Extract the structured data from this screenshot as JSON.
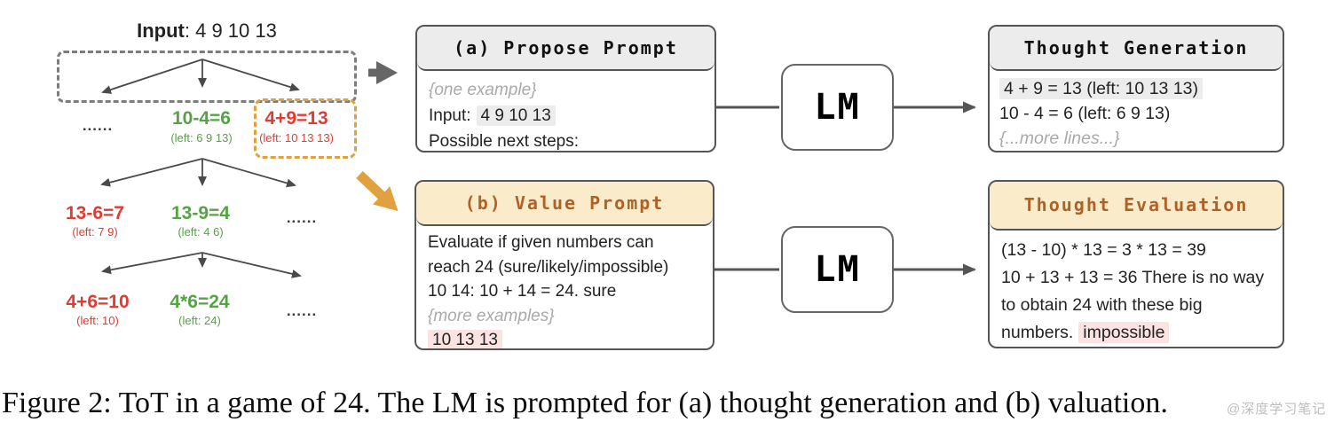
{
  "tree": {
    "input_label": "Input",
    "input_rest": ": 4 9 10 13",
    "ellipsis": "......",
    "level1": [
      {
        "expr": "10-4=6",
        "left": "(left: 6 9 13)",
        "status": "good"
      },
      {
        "expr": "4+9=13",
        "left": "(left: 10 13 13)",
        "status": "bad"
      }
    ],
    "level2": [
      {
        "expr": "13-6=7",
        "left": "(left: 7 9)",
        "status": "bad"
      },
      {
        "expr": "13-9=4",
        "left": "(left: 4 6)",
        "status": "good"
      }
    ],
    "level3": [
      {
        "expr": "4+6=10",
        "left": "(left: 10)",
        "status": "bad"
      },
      {
        "expr": "4*6=24",
        "left": "(left: 24)",
        "status": "good"
      }
    ]
  },
  "propose": {
    "title": "(a) Propose Prompt",
    "example": "{one example}",
    "input_prefix": "Input:",
    "input_numbers": "4 9 10 13",
    "next_steps": "Possible next steps:"
  },
  "lm": {
    "label": "LM"
  },
  "generation": {
    "title": "Thought Generation",
    "line1": "4 + 9 = 13 (left: 10 13 13)",
    "line2": "10 - 4 = 6 (left: 6 9 13)",
    "line3": "{...more lines...}"
  },
  "value": {
    "title": "(b) Value Prompt",
    "line1": "Evaluate if given numbers can",
    "line2": "reach 24 (sure/likely/impossible)",
    "line3": "10 14: 10 + 14 = 24. sure",
    "line4": "{more examples}",
    "line5": "10 13 13"
  },
  "evaluation": {
    "title": "Thought Evaluation",
    "line1": "(13 - 10) * 13 = 3 * 13 = 39",
    "line2": "10 + 13 + 13 = 36 There is no way",
    "line3": "to obtain 24 with these big",
    "line4_prefix": "numbers.",
    "line4_verdict": "impossible"
  },
  "caption": "Figure 2: ToT in a game of 24. The LM is prompted for (a) thought generation and (b) valuation.",
  "watermark": "@深度学习笔记",
  "colors": {
    "green": "#56a345",
    "red": "#e23b31",
    "orange": "#e2a13f",
    "header_gray_bg": "#ececec",
    "header_cream_bg": "#faeccb",
    "header_brown_text": "#b06125",
    "highlight_gray": "#ececec",
    "highlight_pink": "#fbe3e1",
    "arrow_gray": "#555555"
  }
}
